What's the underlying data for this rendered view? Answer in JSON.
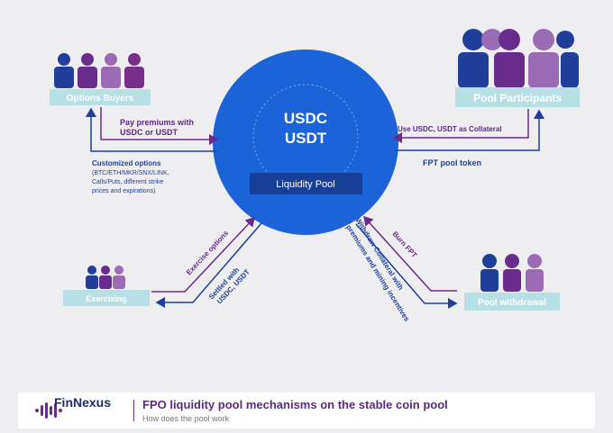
{
  "pool": {
    "coin_1": "USDC",
    "coin_2": "USDT",
    "label": "Liquidity Pool"
  },
  "actors": {
    "options_buyers": "Options Buyers",
    "pool_participants": "Pool Participants",
    "exercising": "Exercising",
    "pool_withdrawal": "Pool withdrawal"
  },
  "flows": {
    "pay_premiums_1": "Pay premiums with",
    "pay_premiums_2": "USDC or USDT",
    "customized_options": "Customized options",
    "options_detail_1": "(BTC/ETH/MKR/SNX/LINK,",
    "options_detail_2": "Calls/Puts, different strike",
    "options_detail_3": "prices and expirations)",
    "use_collateral": "Use USDC, USDT as Collateral",
    "fpt_token": "FPT pool token",
    "exercise_options": "Exercise options",
    "settled_1": "Settled with",
    "settled_2": "USDC, USDT",
    "burn_fpt": "Burn FPT",
    "withdraw_1": "Withdraw Collateral with",
    "withdraw_2": "premiums and mining incentives"
  },
  "footer": {
    "brand": "FinNexus",
    "title": "FPO liquidity pool mechanisms on the stable coin pool",
    "subtitle": "How does the pool work"
  },
  "colors": {
    "pool_blue": "#1d63d8",
    "purple": "#6a2c8a",
    "navy": "#1f3f9a",
    "teal_label": "#b6e0e4",
    "label_text": "#ffffff"
  }
}
